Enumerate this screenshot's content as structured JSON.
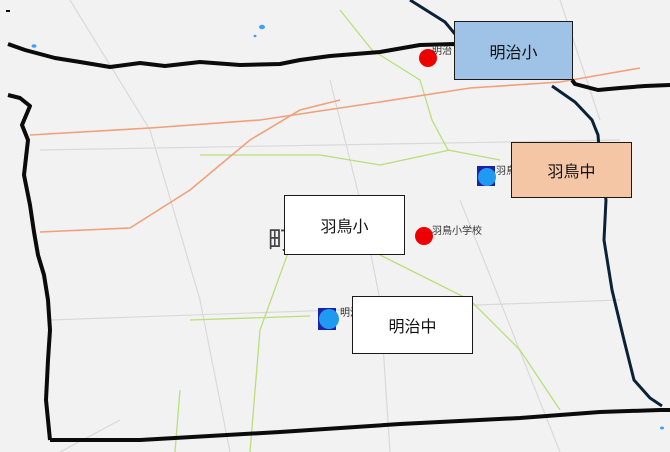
{
  "map": {
    "labels": {
      "meiji_sho": "明治小",
      "hajima_chu": "羽鳥中",
      "hajima_sho": "羽鳥小",
      "meiji_chu": "明治中"
    },
    "poi": {
      "hajima_elementary_text": "羽鳥小学校",
      "partial_meiji_top": "明治",
      "partial_meiji_bottom": "明治",
      "partial_hajima_right": "羽鳥"
    },
    "town_name_fragment": "町",
    "colors": {
      "background": "#f2f2f2",
      "boundary": "#0b0b0b",
      "water_boundary": "#0a2238",
      "major_road": "#f0a07a",
      "minor_road": "#b8df7a",
      "street": "#d8d8d8",
      "elementary_marker": "#ee0000",
      "middle_school_marker": "#1e9bf0",
      "school_square": "#1a22a8",
      "meiji_sho_fill": "#9fc3e7",
      "hajima_chu_fill": "#f5c6a5",
      "plain_label_fill": "#ffffff",
      "water": "#3aa0ff"
    }
  }
}
